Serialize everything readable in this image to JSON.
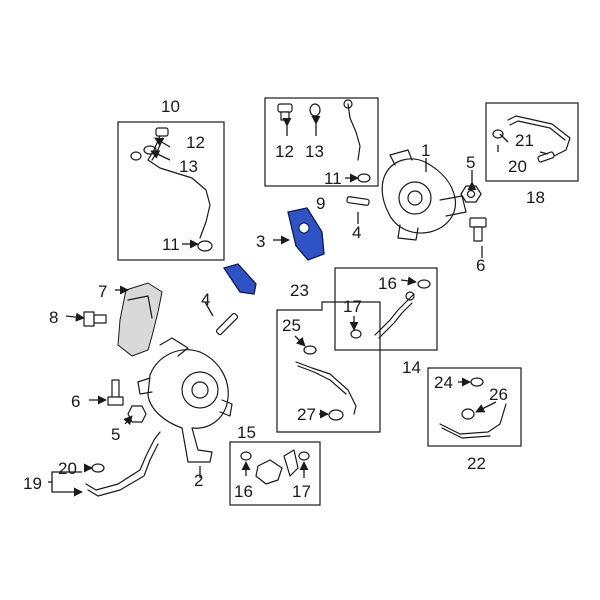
{
  "labels": {
    "l1": "1",
    "l2": "2",
    "l3": "3",
    "l4a": "4",
    "l4b": "4",
    "l5a": "5",
    "l5b": "5",
    "l6a": "6",
    "l6b": "6",
    "l7": "7",
    "l8": "8",
    "l9": "9",
    "l10": "10",
    "l11a": "11",
    "l11b": "11",
    "l12a": "12",
    "l12b": "12",
    "l13a": "13",
    "l13b": "13",
    "l14": "14",
    "l15": "15",
    "l16a": "16",
    "l16b": "16",
    "l17a": "17",
    "l17b": "17",
    "l18": "18",
    "l19": "19",
    "l20a": "20",
    "l20b": "20",
    "l21": "21",
    "l22": "22",
    "l23": "23",
    "l24": "24",
    "l25": "25",
    "l26": "26",
    "l27": "27"
  },
  "colors": {
    "highlight": "#2f52c4",
    "line": "#1a1a1a",
    "background": "#ffffff"
  }
}
